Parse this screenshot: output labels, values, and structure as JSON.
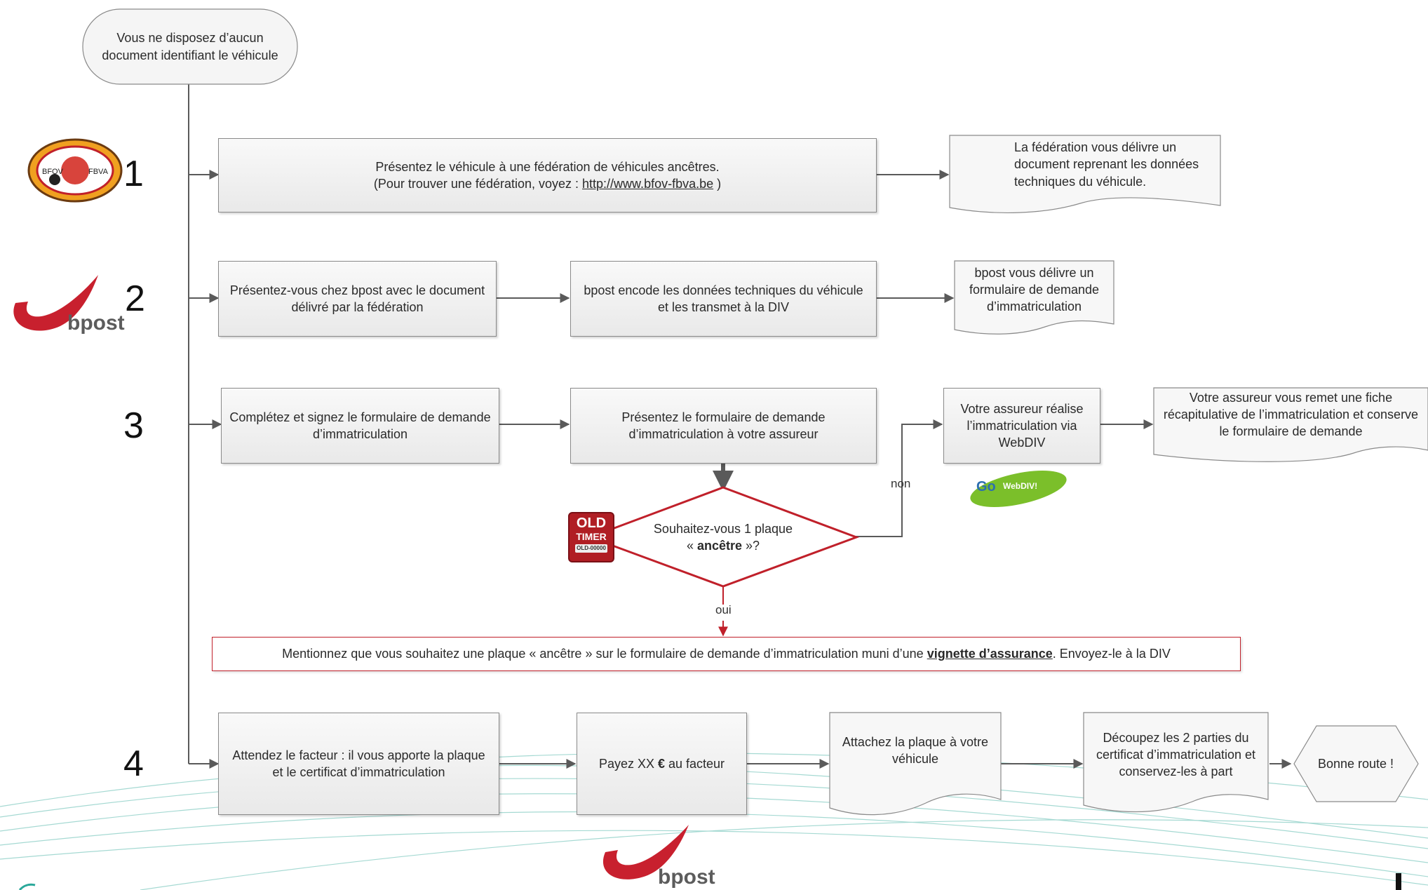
{
  "start": {
    "line1": "Vous ne disposez d’aucun",
    "line2": "document identifiant le véhicule"
  },
  "steps": [
    "1",
    "2",
    "3",
    "4"
  ],
  "row1": {
    "proc_line1": "Présentez le véhicule à une fédération de véhicules ancêtres.",
    "proc_line2_pre": "(Pour trouver une fédération, voyez : ",
    "proc_link": "http://www.bfov-fbva.be",
    "proc_line2_post": " )",
    "doc": "La fédération vous délivre un document reprenant les données techniques du véhicule.",
    "logo_text_left": "BFOV",
    "logo_text_right": "FBVA"
  },
  "row2": {
    "proc1": "Présentez-vous chez bpost avec le document délivré par la fédération",
    "proc2": "bpost encode les données techniques du véhicule et les transmet à la DIV",
    "doc": "bpost vous délivre un formulaire de demande d’immatriculation",
    "logo_word": "bpost"
  },
  "row3": {
    "proc1": "Complétez et signez le formulaire de demande d’immatriculation",
    "proc2": "Présentez le formulaire de demande d’immatriculation à votre assureur",
    "proc3": "Votre assureur réalise l’immatriculation via WebDIV",
    "doc": "Votre assureur vous remet une fiche récapitulative de l’immatriculation et conserve le formulaire de demande",
    "decision_line1": "Souhaitez-vous 1 plaque",
    "decision_pre": "« ",
    "decision_bold": "ancêtre",
    "decision_post": " »?",
    "label_no": "non",
    "label_yes": "oui",
    "oldtimer_top": "OLD",
    "oldtimer_mid": "TIMER",
    "oldtimer_plate": "OLD-00000",
    "webdiv_go": "Go",
    "webdiv_word": "WebDIV!"
  },
  "note": {
    "pre": "Mentionnez que  vous souhaitez une plaque « ancêtre » sur  le formulaire de demande d’immatriculation muni d’une ",
    "bold": "vignette d’assurance",
    "post": ". Envoyez-le à la DIV"
  },
  "row4": {
    "proc1": "Attendez le facteur : il vous apporte la plaque et le certificat d’immatriculation",
    "pay_pre": "Payez XX ",
    "pay_bold": "€",
    "pay_post": " au facteur",
    "doc1": "Attachez la plaque à votre véhicule",
    "doc2": "Découpez les 2 parties du certificat d’immatriculation et conservez-les à part",
    "end": "Bonne route !"
  },
  "footer": {
    "logo_word": "bpost"
  },
  "colors": {
    "connector": "#5a5a5a",
    "red": "#c0202a",
    "bpost_red": "#c8202e",
    "teal": "#7fc8c0"
  }
}
